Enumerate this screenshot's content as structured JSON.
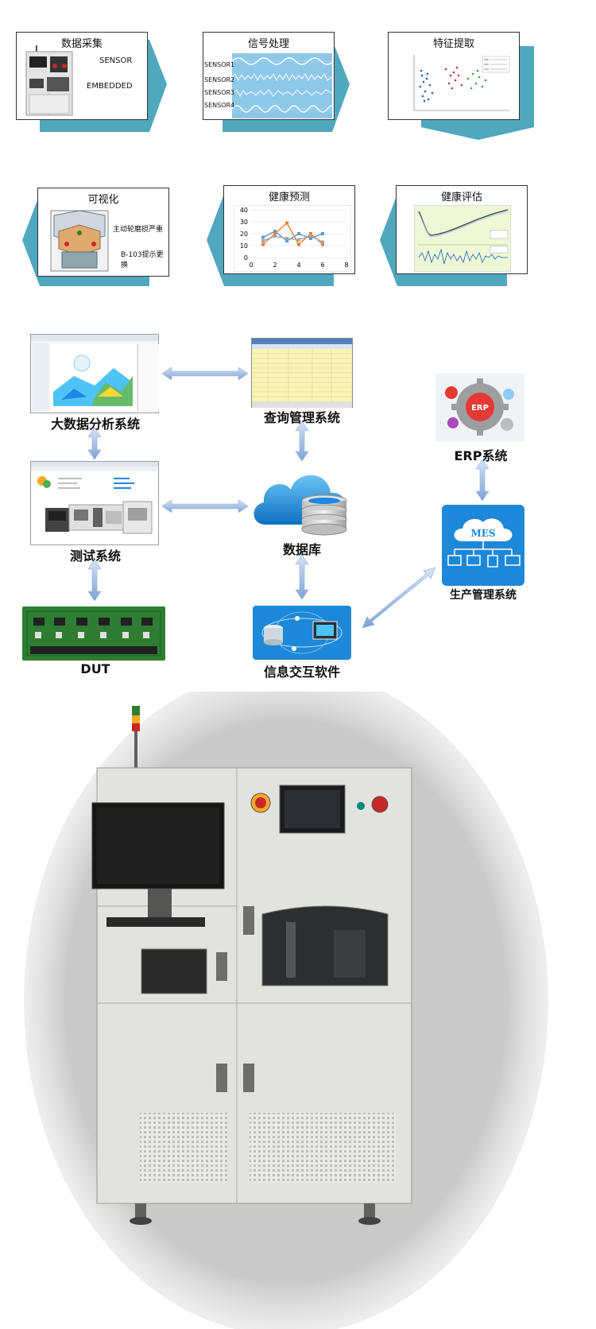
{
  "flow_top": {
    "data_collection": {
      "title": "数据采集",
      "tag1": "SENSOR",
      "tag2": "EMBEDDED"
    },
    "signal_processing": {
      "title": "信号处理",
      "sensors": [
        "SENSOR1",
        "SENSOR2",
        "SENSOR3",
        "SENSOR4"
      ]
    },
    "feature_extraction": {
      "title": "特征提取"
    }
  },
  "flow_bottom": {
    "visualization": {
      "title": "可视化",
      "note1": "主动轮磨损严重",
      "note2": "B-103提示更换"
    },
    "health_prediction": {
      "title": "健康预测",
      "y_ticks": [
        "40",
        "30",
        "20",
        "10",
        "0"
      ],
      "x_ticks": [
        "0",
        "2",
        "4",
        "6",
        "8"
      ]
    },
    "health_assessment": {
      "title": "健康评估"
    }
  },
  "chart_data": {
    "type": "line",
    "title": "健康预测",
    "x": [
      1,
      2,
      3,
      4,
      5,
      6
    ],
    "xlim": [
      0,
      8
    ],
    "ylim": [
      0,
      40
    ],
    "series": [
      {
        "values": [
          17,
          22,
          14,
          20,
          16,
          20
        ]
      },
      {
        "values": [
          11,
          20,
          29,
          11,
          20,
          11
        ]
      },
      {
        "values": [
          14,
          18,
          16,
          15,
          18,
          13
        ]
      }
    ],
    "colors": [
      "#5b9bd5",
      "#ed7d31",
      "#a5a5a5"
    ]
  },
  "system": {
    "big_data": "大数据分析系统",
    "query_mgmt": "查询管理系统",
    "test_system": "测试系统",
    "database": "数据库",
    "erp": "ERP系统",
    "erp_badge": "ERP",
    "mes_badge": "MES",
    "production_mgmt": "生产管理系统",
    "dut": "DUT",
    "info_software": "信息交互软件"
  },
  "colors": {
    "teal": "#4fa8be",
    "panel_blue": "#1e88d8",
    "arrow_blue": "#9db8e0",
    "pcb_green": "#2e7d32"
  }
}
